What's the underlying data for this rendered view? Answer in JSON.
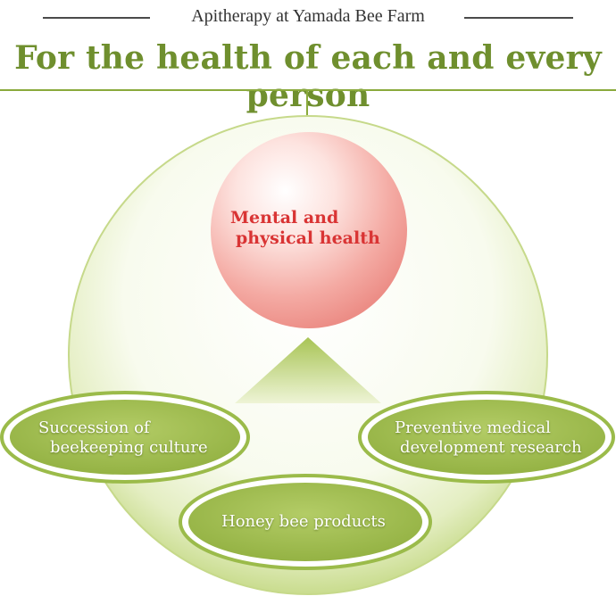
{
  "supertitle": "Apitherapy at Yamada Bee Farm",
  "title": "For the health of each and every person",
  "center": {
    "line1": "Mental and",
    "line2": "physical health"
  },
  "pillars": {
    "left": {
      "line1": "Succession of",
      "line2": "beekeeping culture"
    },
    "right": {
      "line1": "Preventive medical",
      "line2": "development research"
    },
    "bottom": {
      "line1": "Honey bee products"
    }
  },
  "colors": {
    "title_green": "#6f8f2e",
    "oval_green": "#9bbb4a",
    "center_red": "#d93434",
    "sphere_pink": "#f3a6a0"
  }
}
